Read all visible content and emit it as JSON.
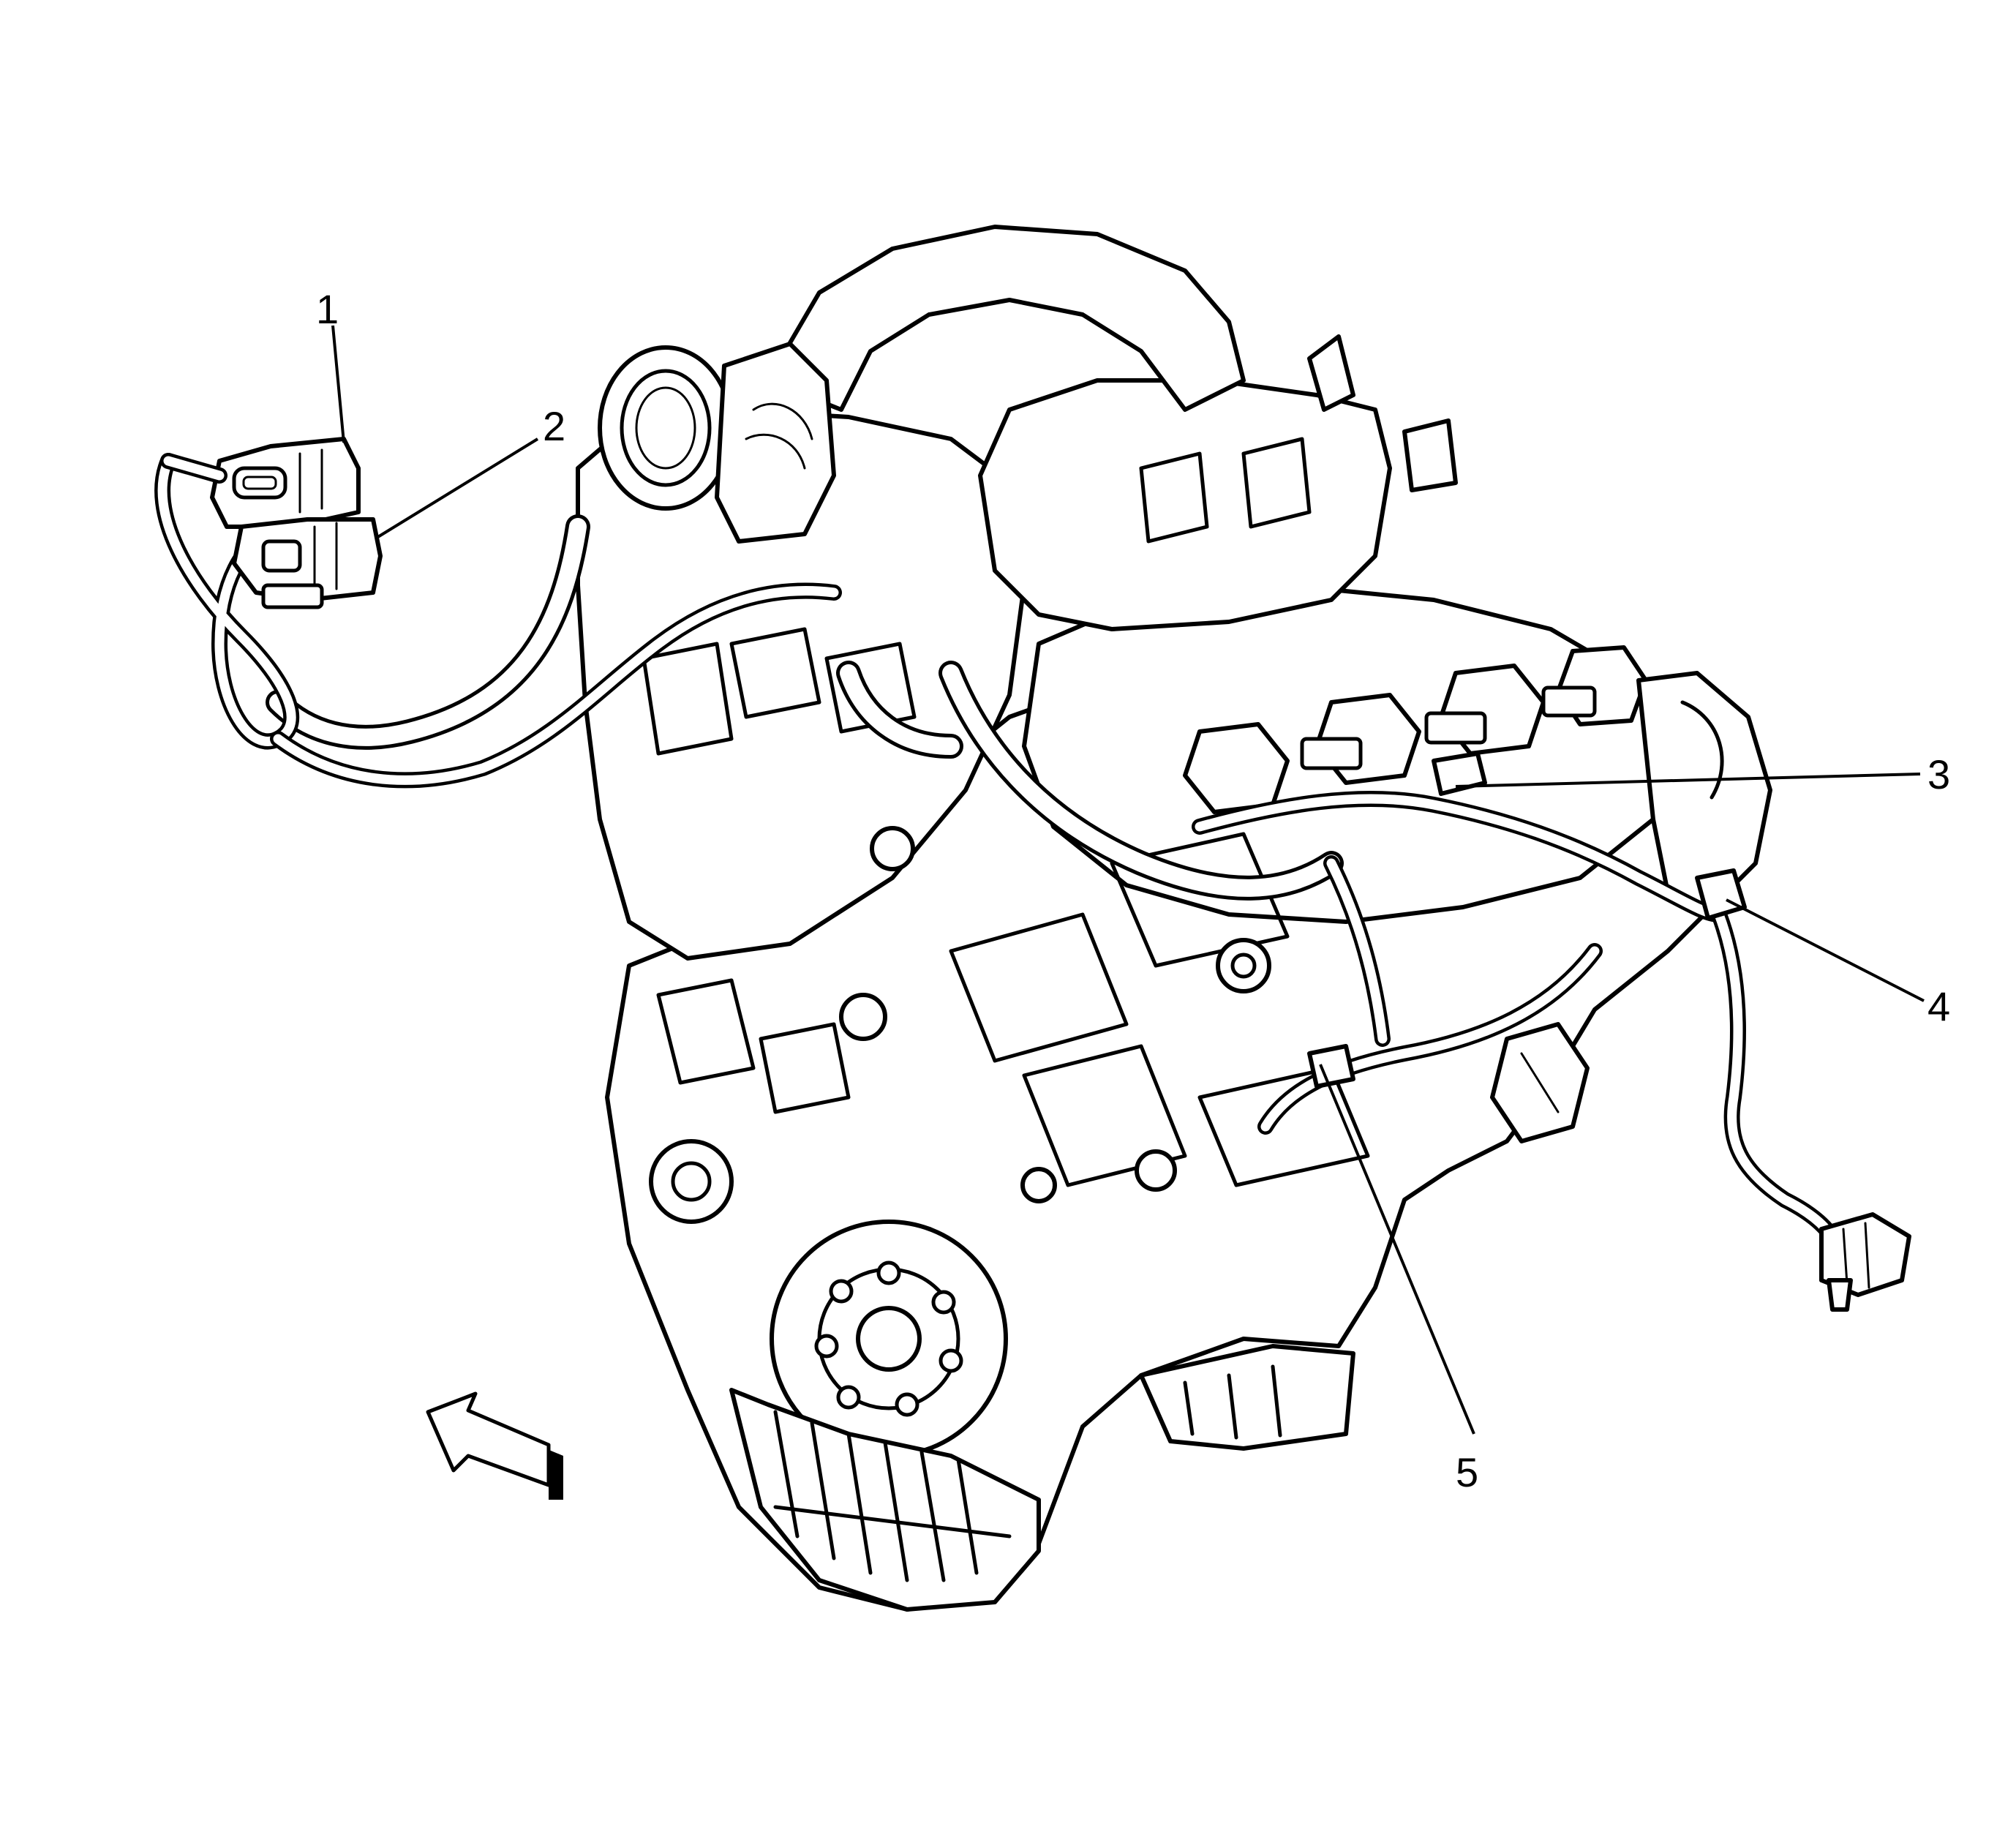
{
  "callouts": [
    {
      "id": "1",
      "label": "1"
    },
    {
      "id": "2",
      "label": "2"
    },
    {
      "id": "3",
      "label": "3"
    },
    {
      "id": "4",
      "label": "4"
    },
    {
      "id": "5",
      "label": "5"
    }
  ],
  "icons": {
    "direction_arrow": "direction-arrow-icon"
  },
  "colors": {
    "line": "#000000",
    "background": "#ffffff"
  }
}
